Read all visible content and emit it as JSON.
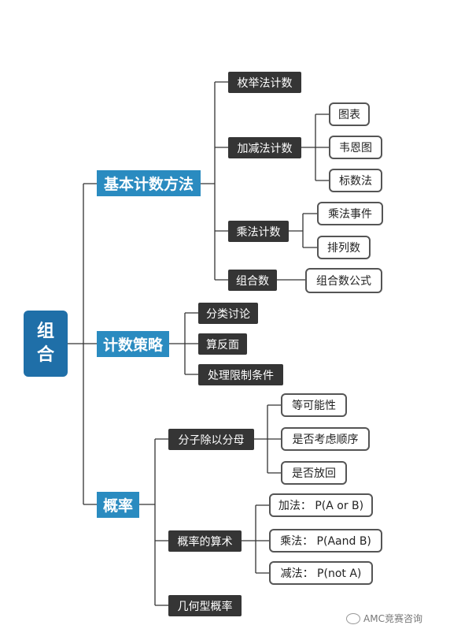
{
  "root": {
    "chars": [
      "组",
      "合"
    ]
  },
  "nodes": {
    "jiben": "基本计数方法",
    "celue": "计数策略",
    "gailv": "概率",
    "meiju": "枚举法计数",
    "jiajian": "加减法计数",
    "tubiao": "图表",
    "weien": "韦恩图",
    "biaoshu": "标数法",
    "chengfa": "乘法计数",
    "chengfashijian": "乘法事件",
    "pailie": "排列数",
    "zuhe": "组合数",
    "zuhegongshi": "组合数公式",
    "fenlei": "分类讨论",
    "suanfan": "算反面",
    "chuli": "处理限制条件",
    "fenzi": "分子除以分母",
    "dengkeneng": "等可能性",
    "shunxu": "是否考虑顺序",
    "fanghui": "是否放回",
    "suanshu": "概率的算术",
    "jiafa": "加法： P(A or B)",
    "chengfa2": "乘法：  P(Aand B)",
    "jianfa": "减法：  P(not A)",
    "jihe": "几何型概率"
  },
  "watermark": "AMC竞赛咨询"
}
